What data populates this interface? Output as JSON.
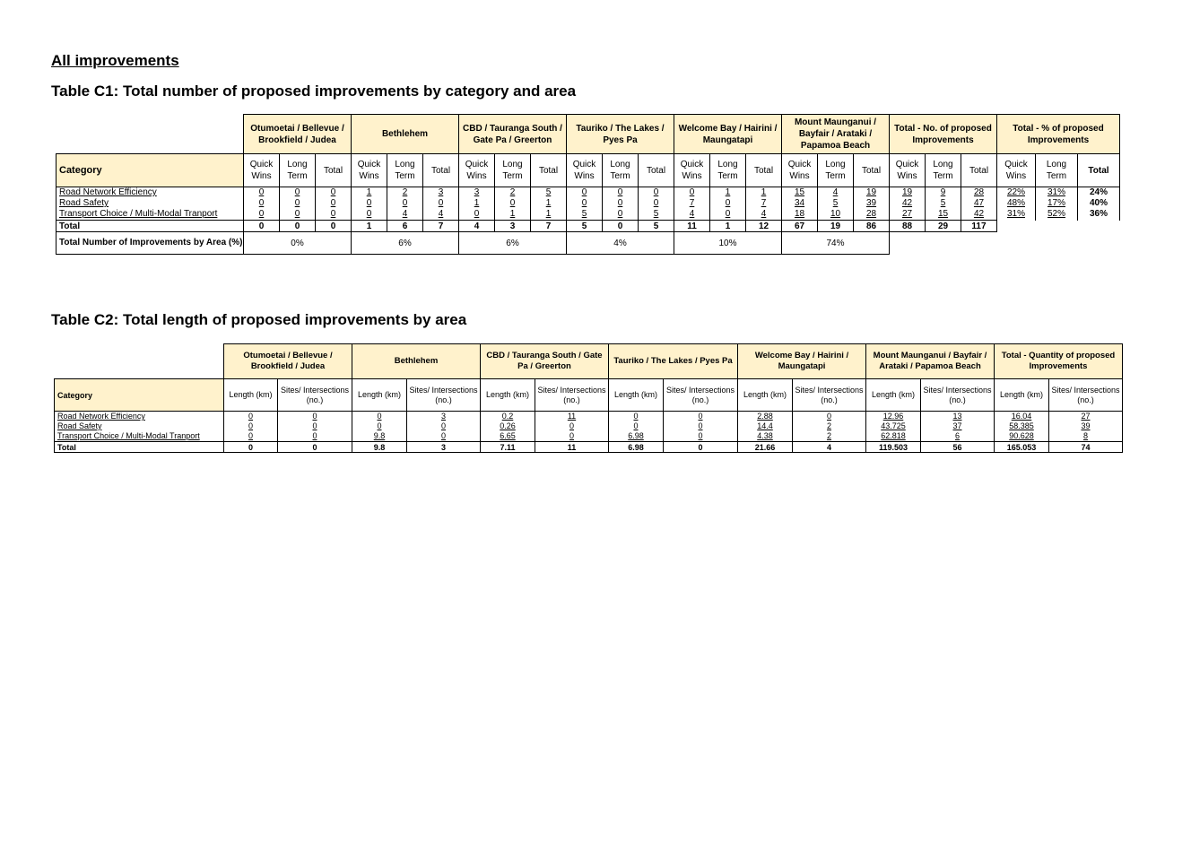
{
  "heading": "All improvements",
  "table1": {
    "title": "Table C1: Total number of proposed improvements by category and area",
    "category_label": "Category",
    "areas": [
      "Otumoetai / Bellevue / Brookfield / Judea",
      "Bethlehem",
      "CBD / Tauranga South / Gate Pa / Greerton",
      "Tauriko / The Lakes / Pyes Pa",
      "Welcome Bay / Hairini / Maungatapi",
      "Mount Maunganui / Bayfair / Arataki / Papamoa Beach",
      "Total - No. of proposed Improvements",
      "Total - % of proposed Improvements"
    ],
    "sub_headers": [
      "Quick Wins",
      "Long Term",
      "Total"
    ],
    "rows": [
      {
        "label": "Road Network Efficiency",
        "values": [
          "0",
          "0",
          "0",
          "1",
          "2",
          "3",
          "3",
          "2",
          "5",
          "0",
          "0",
          "0",
          "0",
          "1",
          "1",
          "15",
          "4",
          "19",
          "19",
          "9",
          "28",
          "22%",
          "31%",
          "24%"
        ]
      },
      {
        "label": "Road Safety",
        "values": [
          "0",
          "0",
          "0",
          "0",
          "0",
          "0",
          "1",
          "0",
          "1",
          "0",
          "0",
          "0",
          "7",
          "0",
          "7",
          "34",
          "5",
          "39",
          "42",
          "5",
          "47",
          "48%",
          "17%",
          "40%"
        ]
      },
      {
        "label": "Transport Choice / Multi-Modal Tranport",
        "values": [
          "0",
          "0",
          "0",
          "0",
          "4",
          "4",
          "0",
          "1",
          "1",
          "5",
          "0",
          "5",
          "4",
          "0",
          "4",
          "18",
          "10",
          "28",
          "27",
          "15",
          "42",
          "31%",
          "52%",
          "36%"
        ]
      }
    ],
    "total_row": {
      "label": "Total",
      "values": [
        "0",
        "0",
        "0",
        "1",
        "6",
        "7",
        "4",
        "3",
        "7",
        "5",
        "0",
        "5",
        "11",
        "1",
        "12",
        "67",
        "19",
        "86",
        "88",
        "29",
        "117"
      ]
    },
    "pct_row": {
      "label": "Total Number of Improvements by Area (%)",
      "values": [
        "0%",
        "6%",
        "6%",
        "4%",
        "10%",
        "74%"
      ]
    }
  },
  "table2": {
    "title": "Table C2: Total length of proposed improvements by area",
    "category_label": "Category",
    "areas": [
      "Otumoetai / Bellevue / Brookfield / Judea",
      "Bethlehem",
      "CBD / Tauranga South / Gate Pa / Greerton",
      "Tauriko / The Lakes / Pyes Pa",
      "Welcome Bay / Hairini / Maungatapi",
      "Mount Maunganui / Bayfair / Arataki / Papamoa Beach",
      "Total - Quantity of proposed Improvements"
    ],
    "sub_headers": [
      "Length (km)",
      "Sites/ Intersections (no.)"
    ],
    "rows": [
      {
        "label": "Road Network Efficiency",
        "values": [
          "0",
          "0",
          "0",
          "3",
          "0.2",
          "11",
          "0",
          "0",
          "2.88",
          "0",
          "12.96",
          "13",
          "16.04",
          "27"
        ]
      },
      {
        "label": "Road Safety",
        "values": [
          "0",
          "0",
          "0",
          "0",
          "0.26",
          "0",
          "0",
          "0",
          "14.4",
          "2",
          "43.725",
          "37",
          "58.385",
          "39"
        ]
      },
      {
        "label": "Transport Choice / Multi-Modal Tranport",
        "values": [
          "0",
          "0",
          "9.8",
          "0",
          "6.65",
          "0",
          "6.98",
          "0",
          "4.38",
          "2",
          "62.818",
          "6",
          "90.628",
          "8"
        ]
      }
    ],
    "total_row": {
      "label": "Total",
      "values": [
        "0",
        "0",
        "9.8",
        "3",
        "7.11",
        "11",
        "6.98",
        "0",
        "21.66",
        "4",
        "119.503",
        "56",
        "165.053",
        "74"
      ]
    }
  }
}
